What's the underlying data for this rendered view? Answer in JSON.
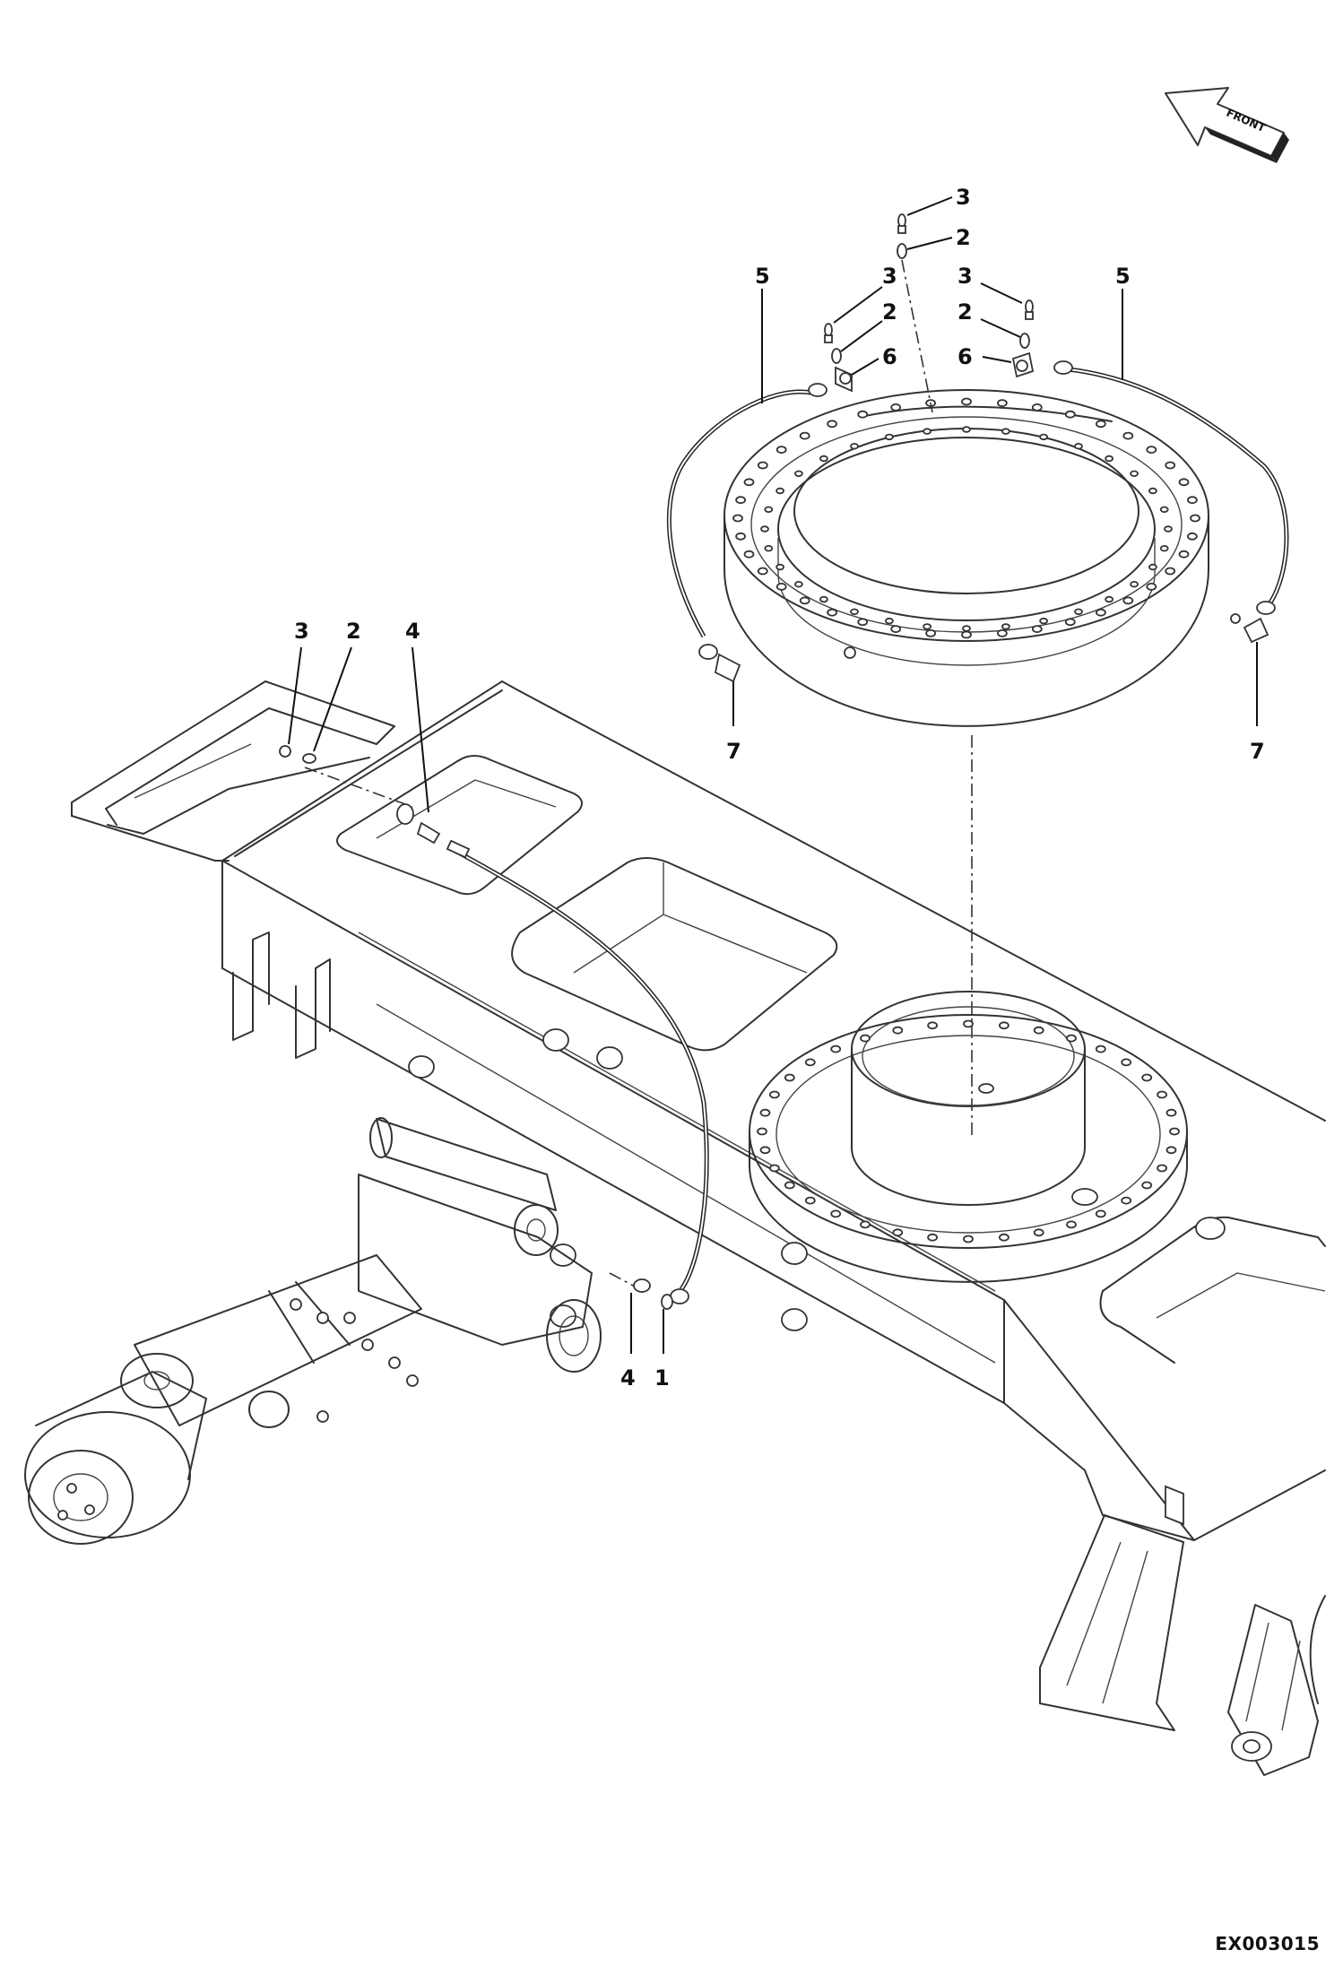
{
  "direction_arrow": {
    "label": "FRONT"
  },
  "callouts": {
    "top_3": "3",
    "top_2": "2",
    "left_5": "5",
    "left_3": "3",
    "left_2": "2",
    "left_6": "6",
    "right_3": "3",
    "right_2": "2",
    "right_6": "6",
    "right_5": "5",
    "left_7": "7",
    "right_7": "7",
    "frame_3": "3",
    "frame_2": "2",
    "frame_4": "4",
    "axle_4": "4",
    "axle_1": "1"
  },
  "reference_code": "EX003015"
}
